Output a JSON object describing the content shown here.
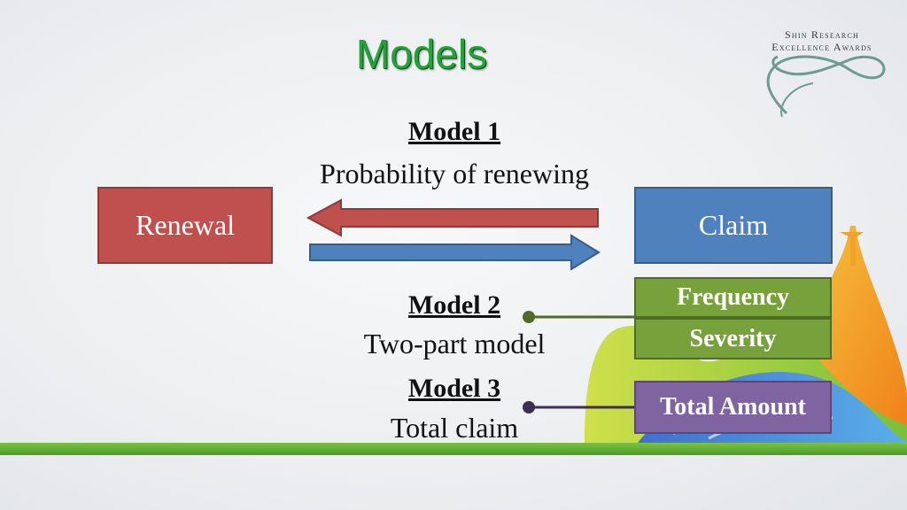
{
  "title": "Models",
  "logo": {
    "line1": "Shin Research",
    "line2": "Excellence Awards"
  },
  "model1": {
    "heading": "Model 1",
    "description": "Probability of renewing"
  },
  "model2": {
    "heading": "Model 2",
    "description": "Two-part model"
  },
  "model3": {
    "heading": "Model 3",
    "description": "Total claim"
  },
  "boxes": {
    "renewal": "Renewal",
    "claim": "Claim",
    "frequency": "Frequency",
    "severity": "Severity",
    "total_amount": "Total Amount"
  },
  "colors": {
    "title": "#22a33a",
    "renewal": "#c0504d",
    "claim": "#4f81bd",
    "two_part": "#77a23b",
    "total_amount": "#8064a2",
    "connector_model2": "#4f6b27",
    "connector_model3": "#3d2f52"
  }
}
